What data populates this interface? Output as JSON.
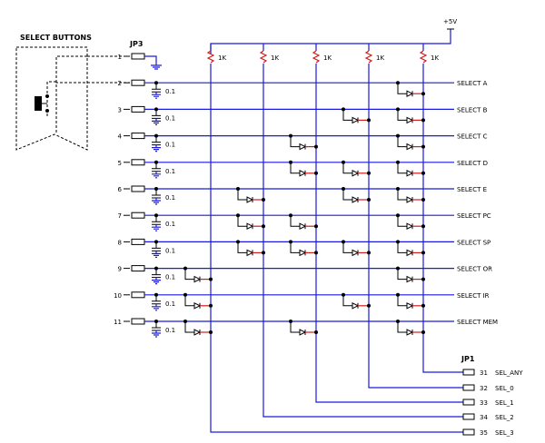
{
  "title": "SELECT BUTTONS",
  "power_label": "+5V",
  "connector_left": "JP3",
  "connector_right": "JP1",
  "resistor_label": "1K",
  "cap_label": "0.1",
  "switch_pins": [
    "1",
    "2",
    "3",
    "4",
    "5",
    "6",
    "7",
    "8",
    "9",
    "10",
    "11"
  ],
  "select_lines": [
    "SELECT A",
    "SELECT B",
    "SELECT C",
    "SELECT D",
    "SELECT E",
    "SELECT PC",
    "SELECT SP",
    "SELECT OR",
    "SELECT IR",
    "SELECT MEM"
  ],
  "outputs": [
    {
      "pin": "31",
      "name": "SEL_ANY"
    },
    {
      "pin": "32",
      "name": "SEL_0"
    },
    {
      "pin": "33",
      "name": "SEL_1"
    },
    {
      "pin": "34",
      "name": "SEL_2"
    },
    {
      "pin": "35",
      "name": "SEL_3"
    }
  ],
  "diode_matrix": [
    [
      4
    ],
    [
      3,
      4
    ],
    [
      2,
      4
    ],
    [
      2,
      3,
      4
    ],
    [
      1,
      3,
      4
    ],
    [
      1,
      2,
      4
    ],
    [
      1,
      2,
      3,
      4
    ],
    [
      0,
      4
    ],
    [
      0,
      3,
      4
    ],
    [
      0,
      2,
      4
    ]
  ],
  "colors": {
    "wire": "#1a1adc",
    "red": "#cc2020",
    "ground": "#1a1adc"
  }
}
